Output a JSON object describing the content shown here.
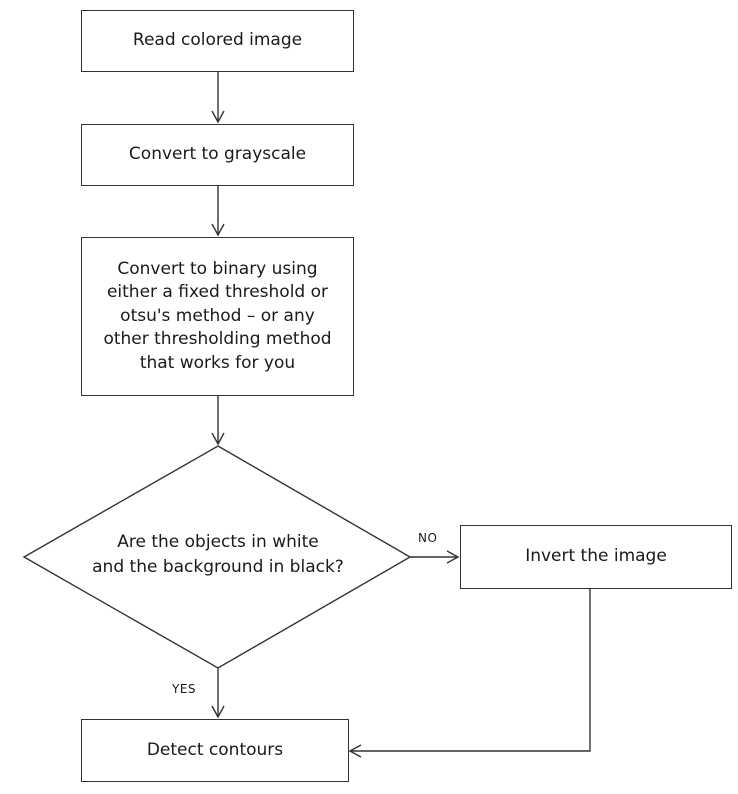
{
  "flowchart": {
    "nodes": {
      "read": {
        "label": "Read colored image"
      },
      "gray": {
        "label": "Convert to grayscale"
      },
      "binary": {
        "label": "Convert to binary using\neither a fixed threshold or\notsu's method – or any\nother thresholding method\nthat works for you"
      },
      "decision": {
        "label": "Are the objects in white\nand the background in black?"
      },
      "invert": {
        "label": "Invert the image"
      },
      "contours": {
        "label": "Detect contours"
      }
    },
    "edges": {
      "no_label": "NO",
      "yes_label": "YES"
    }
  }
}
